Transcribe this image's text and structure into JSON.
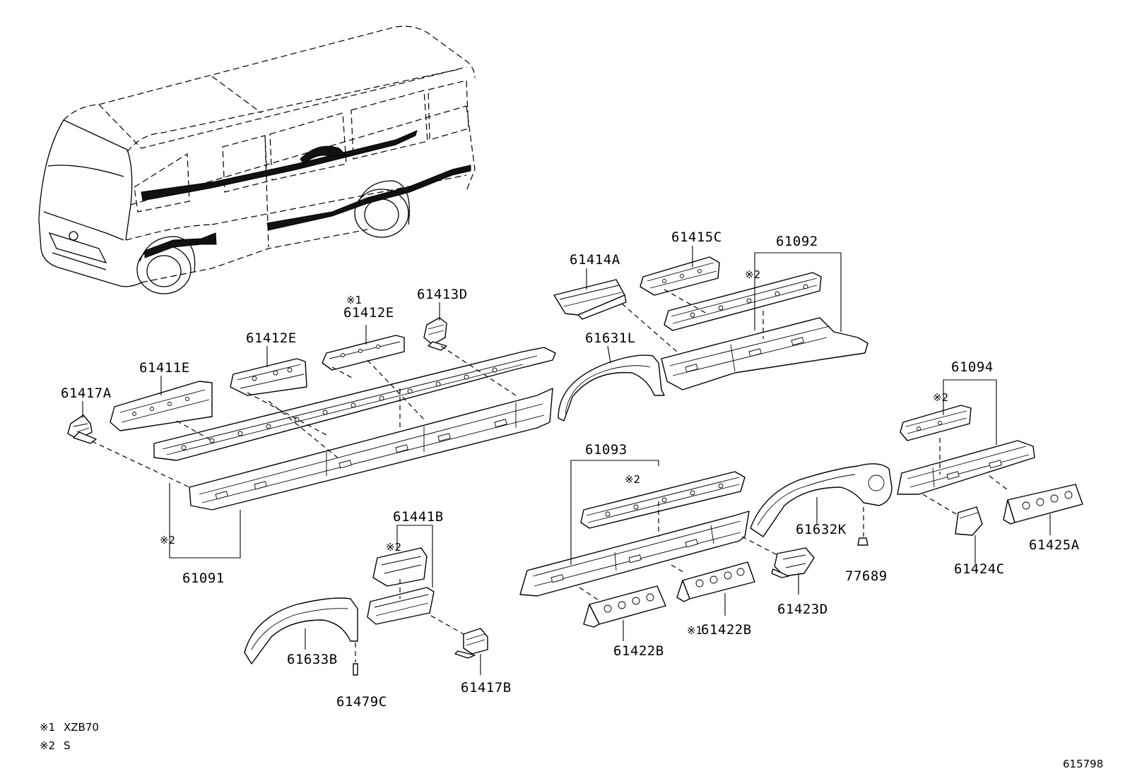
{
  "diagram_id": "615798",
  "legend": [
    {
      "mark": "※1",
      "text": "XZB70"
    },
    {
      "mark": "※2",
      "text": "S"
    }
  ],
  "labels": {
    "p61417A": "61417A",
    "p61411E": "61411E",
    "p61412E": "61412E",
    "p61412E_x1": "61412E",
    "p61413D": "61413D",
    "p61414A": "61414A",
    "p61415C": "61415C",
    "p61092": "61092",
    "p61631L": "61631L",
    "p61094": "61094",
    "p61093": "61093",
    "p61091": "61091",
    "p61441B": "61441B",
    "p61632K": "61632K",
    "p77689": "77689",
    "p61424C": "61424C",
    "p61425A": "61425A",
    "p61423D": "61423D",
    "p61422B_x1": "61422B",
    "p61422B": "61422B",
    "p61633B": "61633B",
    "p61417B": "61417B",
    "p61479C": "61479C"
  },
  "marks": {
    "x1": "※1",
    "x2": "※2"
  }
}
